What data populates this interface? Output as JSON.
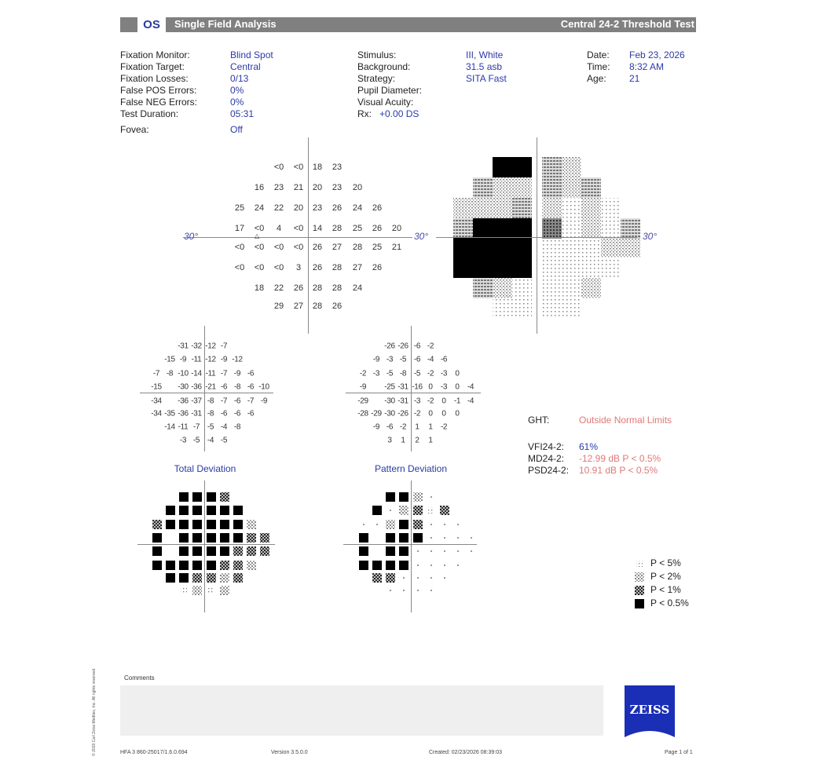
{
  "header": {
    "eye": "OS",
    "title": "Single Field Analysis",
    "test": "Central 24-2 Threshold Test"
  },
  "info_left": [
    {
      "label": "Fixation Monitor:",
      "value": "Blind Spot"
    },
    {
      "label": "Fixation Target:",
      "value": "Central"
    },
    {
      "label": "Fixation Losses:",
      "value": "0/13"
    },
    {
      "label": "False POS Errors:",
      "value": "0%"
    },
    {
      "label": "False NEG Errors:",
      "value": "0%"
    },
    {
      "label": "Test Duration:",
      "value": "05:31"
    },
    {
      "label": "Fovea:",
      "value": "Off"
    }
  ],
  "info_mid": [
    {
      "label": "Stimulus:",
      "value": "III, White"
    },
    {
      "label": "Background:",
      "value": "31.5 asb"
    },
    {
      "label": "Strategy:",
      "value": "SITA Fast"
    },
    {
      "label": "Pupil Diameter:",
      "value": ""
    },
    {
      "label": "Visual Acuity:",
      "value": ""
    },
    {
      "label": "Rx:",
      "value": "+0.00 DS"
    }
  ],
  "info_right": [
    {
      "label": "Date:",
      "value": "Feb 23, 2026"
    },
    {
      "label": "Time:",
      "value": "8:32 AM"
    },
    {
      "label": "Age:",
      "value": "21"
    }
  ],
  "degree_label": "30°",
  "threshold": [
    [
      null,
      null,
      "<0",
      "<0",
      "18",
      "23",
      null,
      null,
      null
    ],
    [
      null,
      "16",
      "23",
      "21",
      "20",
      "23",
      "20",
      null,
      null
    ],
    [
      "25",
      "24",
      "22",
      "20",
      "23",
      "26",
      "24",
      "26",
      null
    ],
    [
      "17",
      "<0",
      "4",
      "<0",
      "14",
      "28",
      "25",
      "26",
      "20"
    ],
    [
      "<0",
      "<0",
      "<0",
      "<0",
      "26",
      "27",
      "28",
      "25",
      "21"
    ],
    [
      "<0",
      "<0",
      "<0",
      "3",
      "26",
      "28",
      "27",
      "26",
      null
    ],
    [
      null,
      "18",
      "22",
      "26",
      "28",
      "28",
      "24",
      null,
      null
    ],
    [
      null,
      null,
      "29",
      "27",
      "28",
      "26",
      null,
      null,
      null
    ]
  ],
  "total_deviation": {
    "title": "Total Deviation",
    "values": [
      [
        null,
        null,
        "-31",
        "-32",
        "-12",
        "-7",
        null,
        null,
        null
      ],
      [
        null,
        "-15",
        "-9",
        "-11",
        "-12",
        "-9",
        "-12",
        null,
        null
      ],
      [
        "-7",
        "-8",
        "-10",
        "-14",
        "-11",
        "-7",
        "-9",
        "-6",
        null
      ],
      [
        "-15",
        "",
        "-30",
        "-36",
        "-21",
        "-6",
        "-8",
        "-6",
        "-10"
      ],
      [
        "-34",
        "",
        "-36",
        "-37",
        "-8",
        "-7",
        "-6",
        "-7",
        "-9"
      ],
      [
        "-34",
        "-35",
        "-36",
        "-31",
        "-8",
        "-6",
        "-6",
        "-6",
        null
      ],
      [
        null,
        "-14",
        "-11",
        "-7",
        "-5",
        "-4",
        "-8",
        null,
        null
      ],
      [
        null,
        null,
        "-3",
        "-5",
        "-4",
        "-5",
        null,
        null,
        null
      ]
    ],
    "probability": [
      [
        null,
        null,
        4,
        4,
        4,
        3,
        null,
        null,
        null
      ],
      [
        null,
        4,
        4,
        4,
        4,
        4,
        4,
        null,
        null
      ],
      [
        3,
        4,
        4,
        4,
        4,
        4,
        4,
        2,
        null
      ],
      [
        4,
        null,
        4,
        4,
        4,
        4,
        4,
        3,
        3
      ],
      [
        4,
        null,
        4,
        4,
        4,
        4,
        3,
        3,
        3
      ],
      [
        4,
        4,
        4,
        4,
        4,
        3,
        3,
        2,
        null
      ],
      [
        null,
        4,
        4,
        3,
        3,
        2,
        3,
        null,
        null
      ],
      [
        null,
        null,
        1,
        2,
        1,
        2,
        null,
        null,
        null
      ]
    ]
  },
  "pattern_deviation": {
    "title": "Pattern Deviation",
    "values": [
      [
        null,
        null,
        "-26",
        "-26",
        "-6",
        "-2",
        null,
        null,
        null
      ],
      [
        null,
        "-9",
        "-3",
        "-5",
        "-6",
        "-4",
        "-6",
        null,
        null
      ],
      [
        "-2",
        "-3",
        "-5",
        "-8",
        "-5",
        "-2",
        "-3",
        "0",
        null
      ],
      [
        "-9",
        "",
        "-25",
        "-31",
        "-16",
        "0",
        "-3",
        "0",
        "-4"
      ],
      [
        "-29",
        "",
        "-30",
        "-31",
        "-3",
        "-2",
        "0",
        "-1",
        "-4"
      ],
      [
        "-28",
        "-29",
        "-30",
        "-26",
        "-2",
        "0",
        "0",
        "0",
        null
      ],
      [
        null,
        "-9",
        "-6",
        "-2",
        "1",
        "1",
        "-2",
        null,
        null
      ],
      [
        null,
        null,
        "3",
        "1",
        "2",
        "1",
        null,
        null,
        null
      ]
    ],
    "probability": [
      [
        null,
        null,
        4,
        4,
        2,
        0,
        null,
        null,
        null
      ],
      [
        null,
        4,
        0,
        2,
        3,
        1,
        3,
        null,
        null
      ],
      [
        0,
        0,
        2,
        4,
        3,
        0,
        0,
        0,
        null
      ],
      [
        4,
        null,
        4,
        4,
        4,
        0,
        0,
        0,
        0
      ],
      [
        4,
        null,
        4,
        4,
        0,
        0,
        0,
        0,
        0
      ],
      [
        4,
        4,
        4,
        4,
        0,
        0,
        0,
        0,
        null
      ],
      [
        null,
        3,
        3,
        0,
        0,
        0,
        0,
        null,
        null
      ],
      [
        null,
        null,
        0,
        0,
        0,
        0,
        null,
        null,
        null
      ]
    ]
  },
  "indices": {
    "ght_label": "GHT:",
    "ght_value": "Outside Normal Limits",
    "vfi_label": "VFI24-2:",
    "vfi_value": "61%",
    "md_label": "MD24-2:",
    "md_value": "-12.99 dB P < 0.5%",
    "psd_label": "PSD24-2:",
    "psd_value": "10.91 dB P < 0.5%"
  },
  "legend": [
    "P < 5%",
    "P < 2%",
    "P < 1%",
    "P < 0.5%"
  ],
  "comments_label": "Comments",
  "logo_text": "ZEISS",
  "footer": {
    "serial": "HFA 3 860-25017/1.6.0.694",
    "version": "Version 3.5.0.0",
    "created": "Created: 02/23/2026 08:39:03",
    "page": "Page 1 of 1"
  },
  "copyright": "© 2019 Carl Zeiss Meditec, Inc. All rights reserved.",
  "colors": {
    "accent": "#2a3aa8",
    "alert": "#e07878",
    "header": "#808080",
    "logo": "#1a2fb5"
  }
}
